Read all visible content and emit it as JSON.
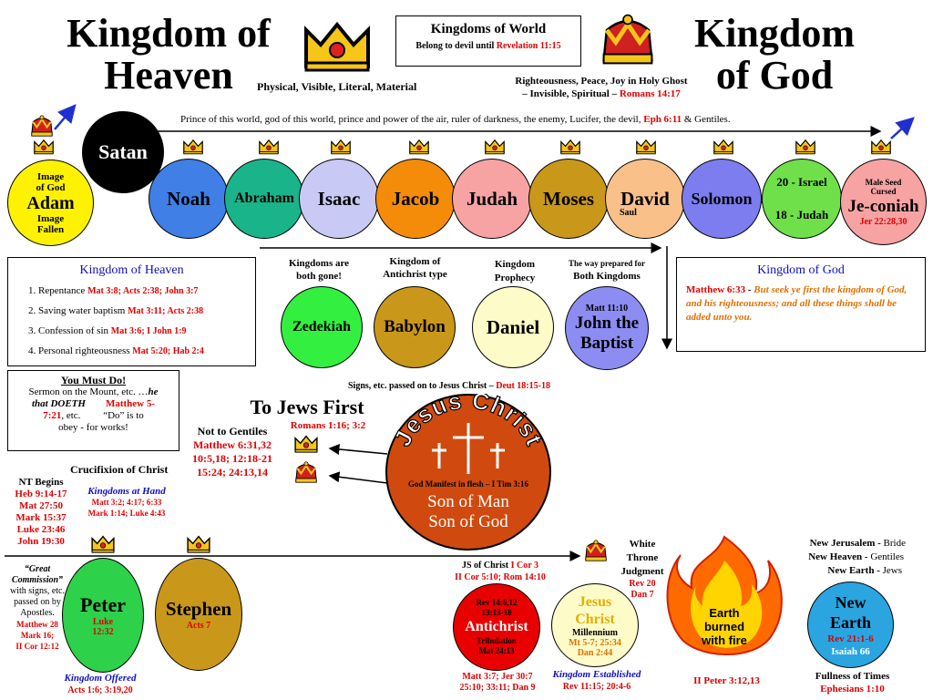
{
  "titles": {
    "heaven": [
      "Kingdom of",
      "Heaven"
    ],
    "heaven_sub": "Physical, Visible, Literal, Material",
    "god": [
      "Kingdom",
      "of God"
    ],
    "god_sub1": "Righteousness, Peace, Joy in Holy Ghost",
    "god_sub2a": "– Invisible, Spiritual –",
    "god_sub2b": "Romans 14:17"
  },
  "world_box": {
    "title": "Kingdoms of World",
    "sub": "Belong to devil until",
    "ref": "Revelation 11:15"
  },
  "prince_line": {
    "text": "Prince of this world, god of this world, prince and power of the air, ruler of darkness, the enemy, Lucifer, the devil,",
    "ref": "Eph 6:11",
    "tail": "& Gentiles."
  },
  "satan": "Satan",
  "adam": {
    "top1": "Image",
    "top2": "of God",
    "name": "Adam",
    "bot1": "Image",
    "bot2": "Fallen"
  },
  "chain": [
    "Noah",
    "Abraham",
    "Isaac",
    "Jacob",
    "Judah",
    "Moses",
    "David",
    "Solomon"
  ],
  "saul": "Saul",
  "israel_judah": {
    "top": "20 - Israel",
    "bottom": "18 - Judah"
  },
  "jeconiah": {
    "top1": "Male Seed",
    "top2": "Cursed",
    "name": "Je-coniah",
    "ref": "Jer 22:28,30"
  },
  "heaven_box": {
    "title": "Kingdom of Heaven",
    "items": [
      {
        "n": "1.  Repentance",
        "ref": "Mat 3:8; Acts 2:38; John 3:7"
      },
      {
        "n": "2.  Saving water baptism",
        "ref": "Mat 3:11; Acts 2:38"
      },
      {
        "n": "3.  Confession of sin",
        "ref": "Mat 3:6; I John 1:9"
      },
      {
        "n": "4.  Personal righteousness",
        "ref": "Mat 5:20; Hab 2:4"
      }
    ]
  },
  "must_do": {
    "title": "You Must Do!",
    "l1": "Sermon on the Mount, etc.  …",
    "l1b": "he",
    "l2a": "that DOETH",
    "l2b": "Matthew 5-",
    "l3a": "7:21",
    "l3b": ", etc.",
    "l3c": "“Do” is to",
    "l4": "obey - for works!"
  },
  "middle_labels": {
    "both_gone": [
      "Kingdoms are",
      "both  gone!"
    ],
    "antichrist_type": [
      "Kingdom of",
      "Antichrist type"
    ],
    "prophecy": [
      "Kingdom",
      "Prophecy"
    ],
    "prepared1": "The way prepared for",
    "prepared2": "Both Kingdoms"
  },
  "zedekiah": "Zedekiah",
  "babylon": "Babylon",
  "daniel": "Daniel",
  "john": {
    "ref": "Matt 11:10",
    "name1": "John the",
    "name2": "Baptist"
  },
  "god_box": {
    "title": "Kingdom of God",
    "ref": "Matthew 6:33",
    "dash": " - ",
    "text": "But seek ye first the kingdom of God, and his righteousness; and all these things shall be added unto you."
  },
  "signs": {
    "text": "Signs, etc. passed on to Jesus Christ –",
    "ref": "Deut 18:15-18"
  },
  "jews_first": {
    "title": "To Jews First",
    "ref": "Romans 1:16; 3:2"
  },
  "gentiles": {
    "title": "Not to Gentiles",
    "refs": [
      "Matthew 6:31,32",
      "10:5,18; 12:18-21",
      "15:24; 24:13,14"
    ]
  },
  "jesus": {
    "arc": "Jesus Christ",
    "manifest": "God Manifest in flesh – I Tim 3:16",
    "son1": "Son of Man",
    "son2": "Son of God"
  },
  "crucifixion": "Crucifixion of Christ",
  "nt_begins": {
    "title": "NT Begins",
    "refs": [
      "Heb 9:14-17",
      "Mat 27:50",
      "Mark 15:37",
      "Luke 23:46",
      "John 19:30"
    ]
  },
  "at_hand": {
    "title": "Kingdoms at Hand",
    "r1": "Matt 3:2; 4:17; 6:33",
    "r2": "Mark 1:14; Luke 4:43"
  },
  "commission": {
    "l1": "“Great",
    "l2": "Commission”",
    "l3": "with signs, etc.",
    "l4": "passed on by",
    "l5": "Apostles.",
    "refs": [
      "Matthew 28",
      "Mark 16;",
      "II Cor 12:12"
    ]
  },
  "peter": {
    "name": "Peter",
    "r1": "Luke",
    "r2": "12:32"
  },
  "stephen": {
    "name": "Stephen",
    "ref": "Acts 7"
  },
  "offered": {
    "title": "Kingdom Offered",
    "ref": "Acts 1:6; 3:19,20"
  },
  "js_christ": {
    "l1a": "JS of Christ",
    "l1b": "I Cor 3",
    "l2": "II Cor 5:10; Rom 14:10"
  },
  "antichrist": {
    "r1": "Rev 14:6,12",
    "r2": "13:13-18",
    "name": "Antichrist",
    "sub": "Tribulation",
    "ref": "Mat 24:13"
  },
  "antichrist_refs": [
    "Matt 3:7; Jer 30:7",
    "25:10; 33:11; Dan 9"
  ],
  "millennium": {
    "name1": "Jesus",
    "name2": "Christ",
    "sub": "Millennium",
    "r1": "Mt 5-7; 25:34",
    "r2": "Dan 2:44"
  },
  "established": {
    "title": "Kingdom Established",
    "ref": "Rev 11:15; 20:4-6"
  },
  "white_throne": {
    "l1": "White",
    "l2": "Throne",
    "l3": "Judgment",
    "r1": "Rev 20",
    "r2": "Dan 7"
  },
  "fire": {
    "l1": "Earth",
    "l2": "burned",
    "l3": "with fire",
    "ref": "II Peter 3:12,13"
  },
  "new_things": [
    {
      "a": "New Jerusalem -",
      "b": "Bride"
    },
    {
      "a": "New Heaven -",
      "b": "Gentiles"
    },
    {
      "a": "New Earth -",
      "b": "Jews"
    }
  ],
  "new_earth": {
    "name1": "New",
    "name2": "Earth",
    "r1": "Rev 21:1-6",
    "r2": "Isaiah 66"
  },
  "fullness": {
    "title": "Fullness of Times",
    "ref": "Ephesians 1:10"
  },
  "colors": {
    "noah": "#3f7fe6",
    "abraham": "#19b48a",
    "isaac": "#c9c9f5",
    "jacob": "#f48c0a",
    "judah": "#f7a3a3",
    "moses": "#c9981a",
    "david": "#f9c08a",
    "solomon": "#7d7df0",
    "israel": "#6fe04a",
    "jeconiah": "#f7a3a3",
    "zedekiah": "#33f040",
    "babylon": "#c9981a",
    "daniel": "#fdfbc8",
    "john": "#8c8cf2",
    "jesus": "#d04a0f",
    "antichrist": "#e80000",
    "millennium": "#fdfbc8",
    "peter": "#2ed14a",
    "stephen": "#c9981a",
    "newearth": "#2aa5e0",
    "adam": "#fff200"
  }
}
